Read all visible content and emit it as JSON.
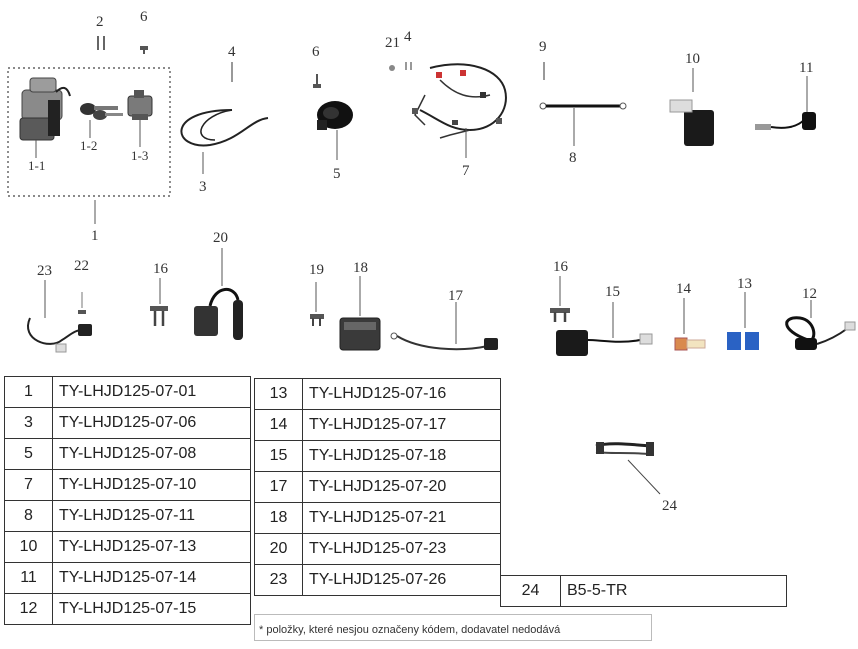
{
  "callouts": {
    "c1": "1",
    "c1_1": "1-1",
    "c1_2": "1-2",
    "c1_3": "1-3",
    "c2": "2",
    "c3": "3",
    "c4a": "4",
    "c4b": "4",
    "c5": "5",
    "c6a": "6",
    "c6b": "6",
    "c7": "7",
    "c8": "8",
    "c9": "9",
    "c10": "10",
    "c11": "11",
    "c12": "12",
    "c13": "13",
    "c14": "14",
    "c15": "15",
    "c16a": "16",
    "c16b": "16",
    "c17": "17",
    "c18": "18",
    "c19": "19",
    "c20": "20",
    "c21": "21",
    "c22": "22",
    "c23": "23",
    "c24": "24"
  },
  "parts_left": [
    {
      "num": "1",
      "code": "TY-LHJD125-07-01"
    },
    {
      "num": "3",
      "code": "TY-LHJD125-07-06"
    },
    {
      "num": "5",
      "code": "TY-LHJD125-07-08"
    },
    {
      "num": "7",
      "code": "TY-LHJD125-07-10"
    },
    {
      "num": "8",
      "code": "TY-LHJD125-07-11"
    },
    {
      "num": "10",
      "code": "TY-LHJD125-07-13"
    },
    {
      "num": "11",
      "code": "TY-LHJD125-07-14"
    },
    {
      "num": "12",
      "code": "TY-LHJD125-07-15"
    }
  ],
  "parts_mid": [
    {
      "num": "13",
      "code": "TY-LHJD125-07-16"
    },
    {
      "num": "14",
      "code": "TY-LHJD125-07-17"
    },
    {
      "num": "15",
      "code": "TY-LHJD125-07-18"
    },
    {
      "num": "17",
      "code": "TY-LHJD125-07-20"
    },
    {
      "num": "18",
      "code": "TY-LHJD125-07-21"
    },
    {
      "num": "20",
      "code": "TY-LHJD125-07-23"
    },
    {
      "num": "23",
      "code": "TY-LHJD125-07-26"
    }
  ],
  "parts_extra": [
    {
      "num": "24",
      "code": "B5-5-TR"
    }
  ],
  "note": "* položky, které nesjou označeny kódem, dodavatel nedodává"
}
